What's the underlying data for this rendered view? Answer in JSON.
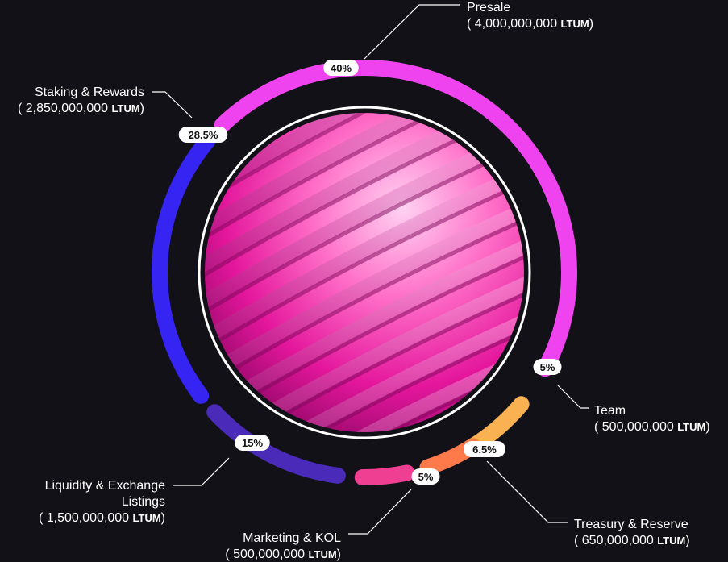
{
  "chart_data": {
    "type": "pie",
    "currency": "LTUM",
    "slices": [
      {
        "name": "Presale",
        "name_lines": [
          "Presale"
        ],
        "percent_label": "40%",
        "value": 40,
        "amount": "4,000,000,000",
        "color": "#F043F0"
      },
      {
        "name": "Team",
        "name_lines": [
          "Team"
        ],
        "percent_label": "5%",
        "value": 5,
        "amount": "500,000,000",
        "color": "#F9B151"
      },
      {
        "name": "Treasury & Reserve",
        "name_lines": [
          "Treasury & Reserve"
        ],
        "percent_label": "6.5%",
        "value": 6.5,
        "amount": "650,000,000",
        "color": "#FF7A4B"
      },
      {
        "name": "Marketing & KOL",
        "name_lines": [
          "Marketing & KOL"
        ],
        "percent_label": "5%",
        "value": 5,
        "amount": "500,000,000",
        "color": "#EE3F93"
      },
      {
        "name": "Liquidity & Exchange Listings",
        "name_lines": [
          "Liquidity & Exchange",
          "Listings"
        ],
        "percent_label": "15%",
        "value": 15,
        "amount": "1,500,000,000",
        "color": "#4A2AB8"
      },
      {
        "name": "Staking & Rewards",
        "name_lines": [
          "Staking & Rewards"
        ],
        "percent_label": "28.5%",
        "value": 28.5,
        "amount": "2,850,000,000",
        "color": "#3524F2"
      }
    ]
  }
}
